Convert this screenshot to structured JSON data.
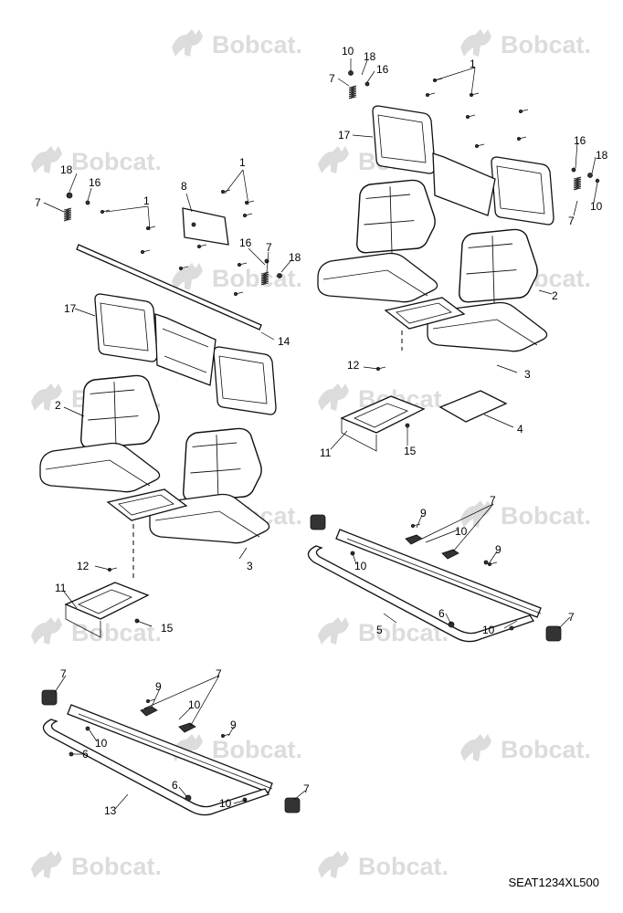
{
  "diagram": {
    "watermark_text": "Bobcat.",
    "reference_code": "SEAT1234XL500",
    "callouts": [
      "1",
      "2",
      "3",
      "4",
      "5",
      "6",
      "7",
      "8",
      "9",
      "10",
      "11",
      "12",
      "13",
      "14",
      "15",
      "16",
      "17",
      "18"
    ]
  }
}
